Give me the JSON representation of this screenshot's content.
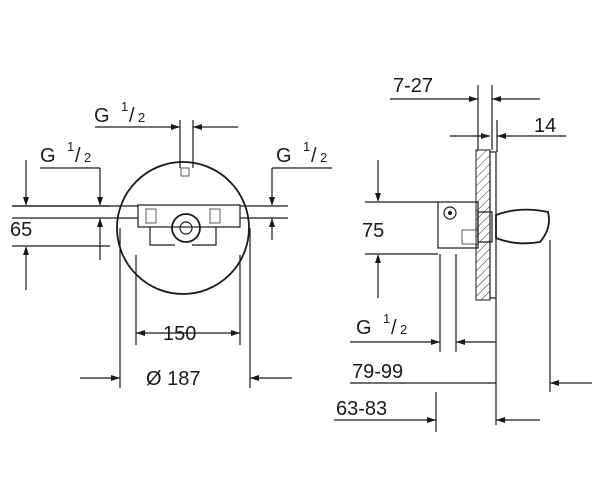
{
  "diagram": {
    "front_view": {
      "labels": {
        "thread_top": "G",
        "thread_top_sup": "1",
        "thread_top_den": "2",
        "thread_left": "G",
        "thread_left_sup": "1",
        "thread_left_den": "2",
        "thread_right": "G",
        "thread_right_sup": "1",
        "thread_right_den": "2",
        "height": "65",
        "width_inner": "150",
        "diameter": "Ø 187"
      }
    },
    "side_view": {
      "labels": {
        "depth_range": "7-27",
        "plate_offset": "14",
        "height": "75",
        "thread": "G",
        "thread_sup": "1",
        "thread_den": "2",
        "length_a": "79-99",
        "length_b": "63-83"
      }
    }
  }
}
